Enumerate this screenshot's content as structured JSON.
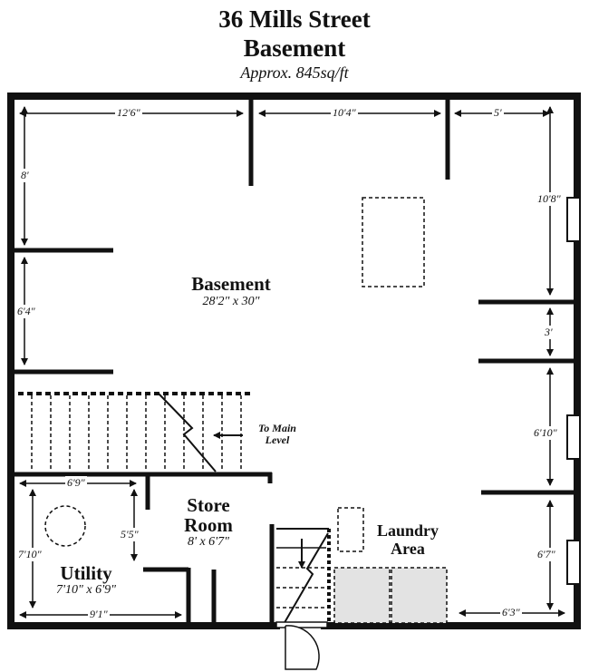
{
  "header": {
    "address": "36 Mills Street",
    "level": "Basement",
    "area": "Approx. 845sq/ft"
  },
  "rooms": {
    "basement": {
      "name": "Basement",
      "dims": "28'2\" x 30\""
    },
    "store_room": {
      "name_line1": "Store",
      "name_line2": "Room",
      "dims": "8' x 6'7\""
    },
    "utility": {
      "name": "Utility",
      "dims": "7'10\" x 6'9\""
    },
    "laundry": {
      "name_line1": "Laundry",
      "name_line2": "Area"
    }
  },
  "notes": {
    "stairs_line1": "To Main",
    "stairs_line2": "Level"
  },
  "dimensions": {
    "top_left": "12'6\"",
    "top_middle": "10'4\"",
    "top_right": "5'",
    "left_upper": "8'",
    "left_lower": "6'4\"",
    "right_upper": "10'8\"",
    "right_closet": "3'",
    "right_middle": "6'10\"",
    "right_lower": "6'7\"",
    "utility_width": "6'9\"",
    "utility_height": "7'10\"",
    "store_height": "5'5\"",
    "bottom_left": "9'1\"",
    "bottom_right": "6'3\""
  }
}
